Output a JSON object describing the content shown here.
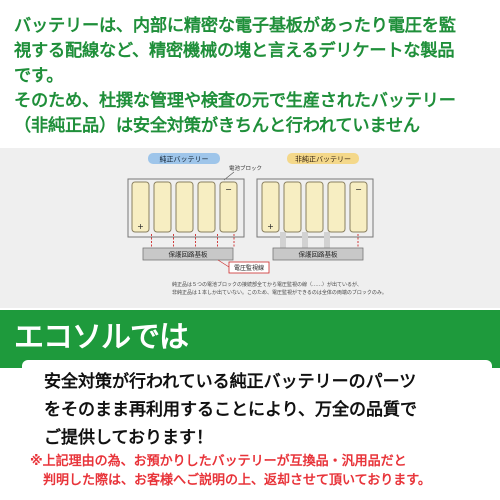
{
  "intro": {
    "lines": [
      "バッテリーは、内部に精密な電子基板があったり電圧を監",
      "視する配線など、精密機械の塊と言えるデリケートな製品",
      "です。",
      "そのため、杜撰な管理や検査の元で生産されたバッテリー",
      "（非純正品）は安全対策がきちんと行われていません"
    ]
  },
  "diagram": {
    "left_title": "純正バッテリー",
    "right_title": "非純正バッテリー",
    "cell_block_label": "電池ブロック",
    "left_board_label": "保護回路基板",
    "right_board_label": "保護回路基板",
    "voltage_monitor_label": "電圧監視線",
    "plus_sign": "+",
    "minus_sign": "−",
    "caption_lines": [
      "純正品は５つの電池ブロックの接続部全てから電圧監視の線（……）が出ているが、",
      "非純正品は１本しか出ていない。このため、電圧監視ができるのは全体の両端のブロックのみ。"
    ],
    "colors": {
      "left_title_bg": "#9ec5ea",
      "right_title_bg": "#f4d88a",
      "cell_fill": "#f7eec2",
      "cell_stroke": "#8a8060",
      "monitor_line": "#cc2a2a"
    }
  },
  "eco": {
    "title": "エコソルでは",
    "body_lines": [
      "安全対策が行われている純正バッテリーのパーツ",
      "をそのまま再利用することにより、万全の品質で",
      "ご提供しております！"
    ],
    "note_lines": [
      "※上記理由の為、お預かりしたバッテリーが互換品・汎用品だと",
      "　判明した際は、お客様へご説明の上、返却させて頂いております。"
    ],
    "colors": {
      "band": "#1e9a3c",
      "note": "#e8343a",
      "intro": "#1f8f3a"
    }
  }
}
